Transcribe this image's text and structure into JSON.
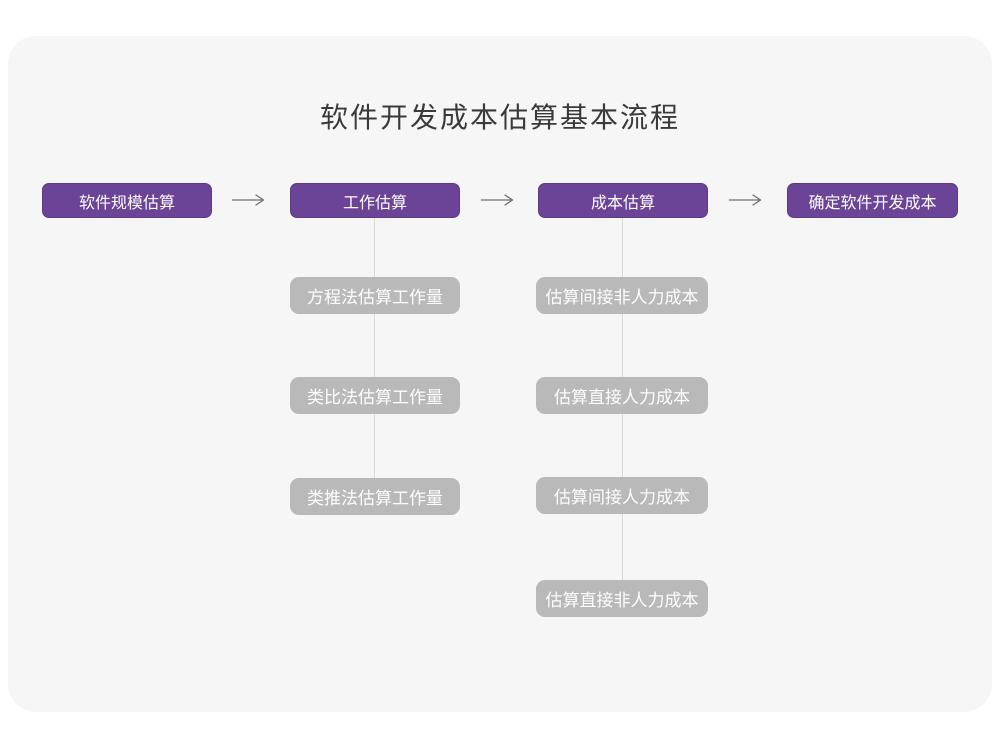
{
  "diagram": {
    "title": "软件开发成本估算基本流程",
    "stages": [
      {
        "label": "软件规模估算",
        "children": []
      },
      {
        "label": "工作估算",
        "children": [
          "方程法估算工作量",
          "类比法估算工作量",
          "类推法估算工作量"
        ]
      },
      {
        "label": "成本估算",
        "children": [
          "估算间接非人力成本",
          "估算直接人力成本",
          "估算间接人力成本",
          "估算直接非人力成本"
        ]
      },
      {
        "label": "确定软件开发成本",
        "children": []
      }
    ],
    "colors": {
      "stage_fill": "#6b4397",
      "child_fill": "#b9b9b9",
      "canvas_background": "#f6f6f7",
      "connector_line": "#d8d8d8",
      "arrow": "#6f6f6f",
      "title_text": "#3a3a3a",
      "node_text": "#ffffff"
    }
  }
}
